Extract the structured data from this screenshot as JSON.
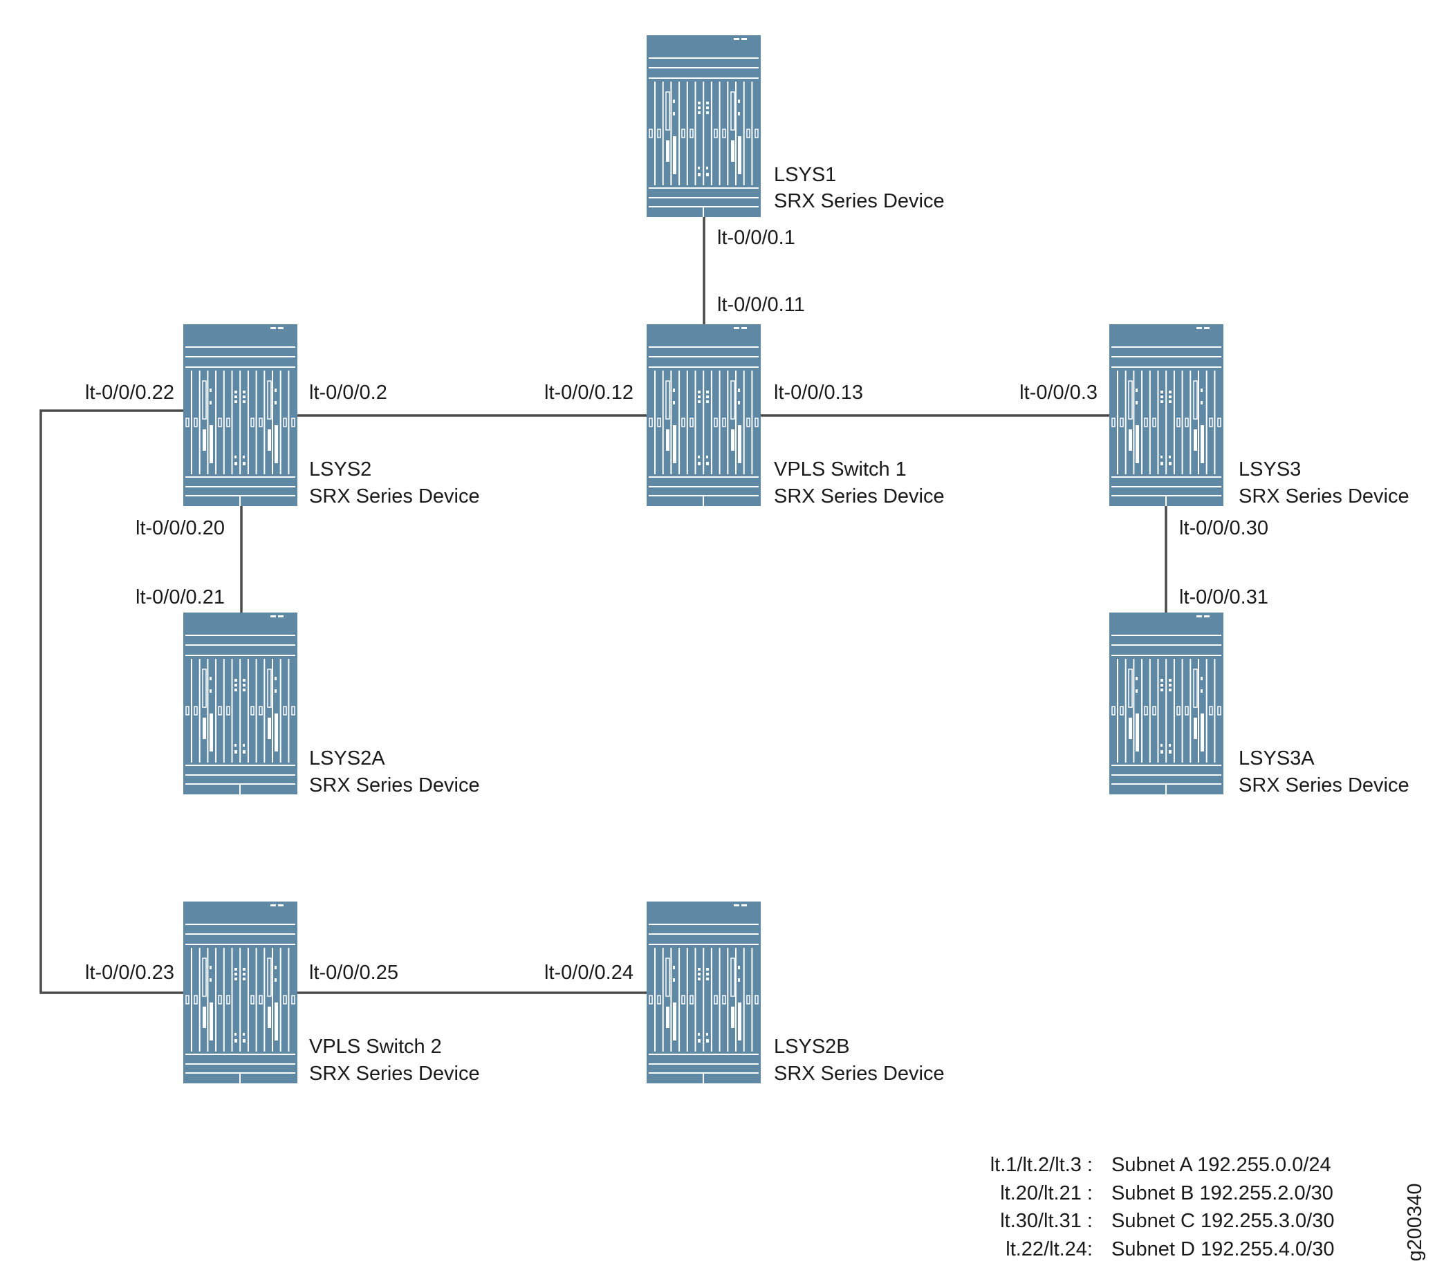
{
  "colors": {
    "device": "#5e88a4",
    "link": "#4a4a4a"
  },
  "devices": [
    {
      "id": "lsys1",
      "name": "LSYS1",
      "type": "SRX Series Device"
    },
    {
      "id": "lsys2",
      "name": "LSYS2",
      "type": "SRX Series Device"
    },
    {
      "id": "vpls1",
      "name": "VPLS Switch 1",
      "type": "SRX Series Device"
    },
    {
      "id": "lsys3",
      "name": "LSYS3",
      "type": "SRX Series Device"
    },
    {
      "id": "lsys2a",
      "name": "LSYS2A",
      "type": "SRX Series Device"
    },
    {
      "id": "lsys3a",
      "name": "LSYS3A",
      "type": "SRX Series Device"
    },
    {
      "id": "vpls2",
      "name": "VPLS Switch 2",
      "type": "SRX Series Device"
    },
    {
      "id": "lsys2b",
      "name": "LSYS2B",
      "type": "SRX Series Device"
    }
  ],
  "interfaces": {
    "lt1": "lt-0/0/0.1",
    "lt11": "lt-0/0/0.11",
    "lt22": "lt-0/0/0.22",
    "lt2": "lt-0/0/0.2",
    "lt12": "lt-0/0/0.12",
    "lt13": "lt-0/0/0.13",
    "lt3": "lt-0/0/0.3",
    "lt20": "lt-0/0/0.20",
    "lt21": "lt-0/0/0.21",
    "lt30": "lt-0/0/0.30",
    "lt31": "lt-0/0/0.31",
    "lt23": "lt-0/0/0.23",
    "lt25": "lt-0/0/0.25",
    "lt24": "lt-0/0/0.24"
  },
  "legend": [
    {
      "interfaces": "lt.1/lt.2/lt.3 :",
      "subnet": "Subnet A 192.255.0.0/24"
    },
    {
      "interfaces": "lt.20/lt.21 :",
      "subnet": "Subnet B 192.255.2.0/30"
    },
    {
      "interfaces": "lt.30/lt.31 :",
      "subnet": "Subnet C 192.255.3.0/30"
    },
    {
      "interfaces": "lt.22/lt.24:",
      "subnet": "Subnet D 192.255.4.0/30"
    }
  ],
  "figure_id": "g200340"
}
